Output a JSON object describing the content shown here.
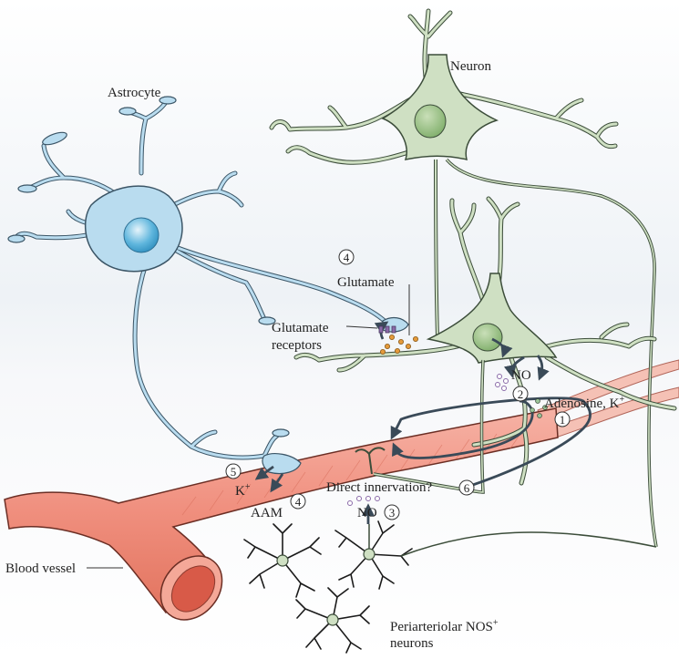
{
  "labels": {
    "neuron": "Neuron",
    "astrocyte": "Astrocyte",
    "glutamate": "Glutamate",
    "glutamate_receptors_1": "Glutamate",
    "glutamate_receptors_2": "receptors",
    "no_top": "NO",
    "adenosine": "Adenosine, K",
    "adenosine_sup": "+",
    "k": "K",
    "k_sup": "+",
    "direct_innervation": "Direct innervation?",
    "aam": "AAM",
    "no_bottom": "NO",
    "blood_vessel": "Blood vessel",
    "nos_1": "Periarteriolar NOS",
    "nos_1_sup": "+",
    "nos_2": "neurons"
  },
  "numbers": {
    "glutamate": "4",
    "no_top": "2",
    "adenosine": "1",
    "k": "5",
    "aam": "4",
    "direct_innervation": "6",
    "no_bottom": "3"
  },
  "colors": {
    "neuron_fill": "#cfe0c3",
    "neuron_stroke": "#3c4d3a",
    "astrocyte_fill": "#b9dcef",
    "astrocyte_stroke": "#3b5566",
    "vessel_fill": "#f08f7e",
    "vessel_lumen": "#d85a48",
    "vessel_stroke": "#6b2e24",
    "arrow": "#3a4a58",
    "dot_orange": "#e49a3b",
    "dot_purple": "#8a6aa8"
  }
}
